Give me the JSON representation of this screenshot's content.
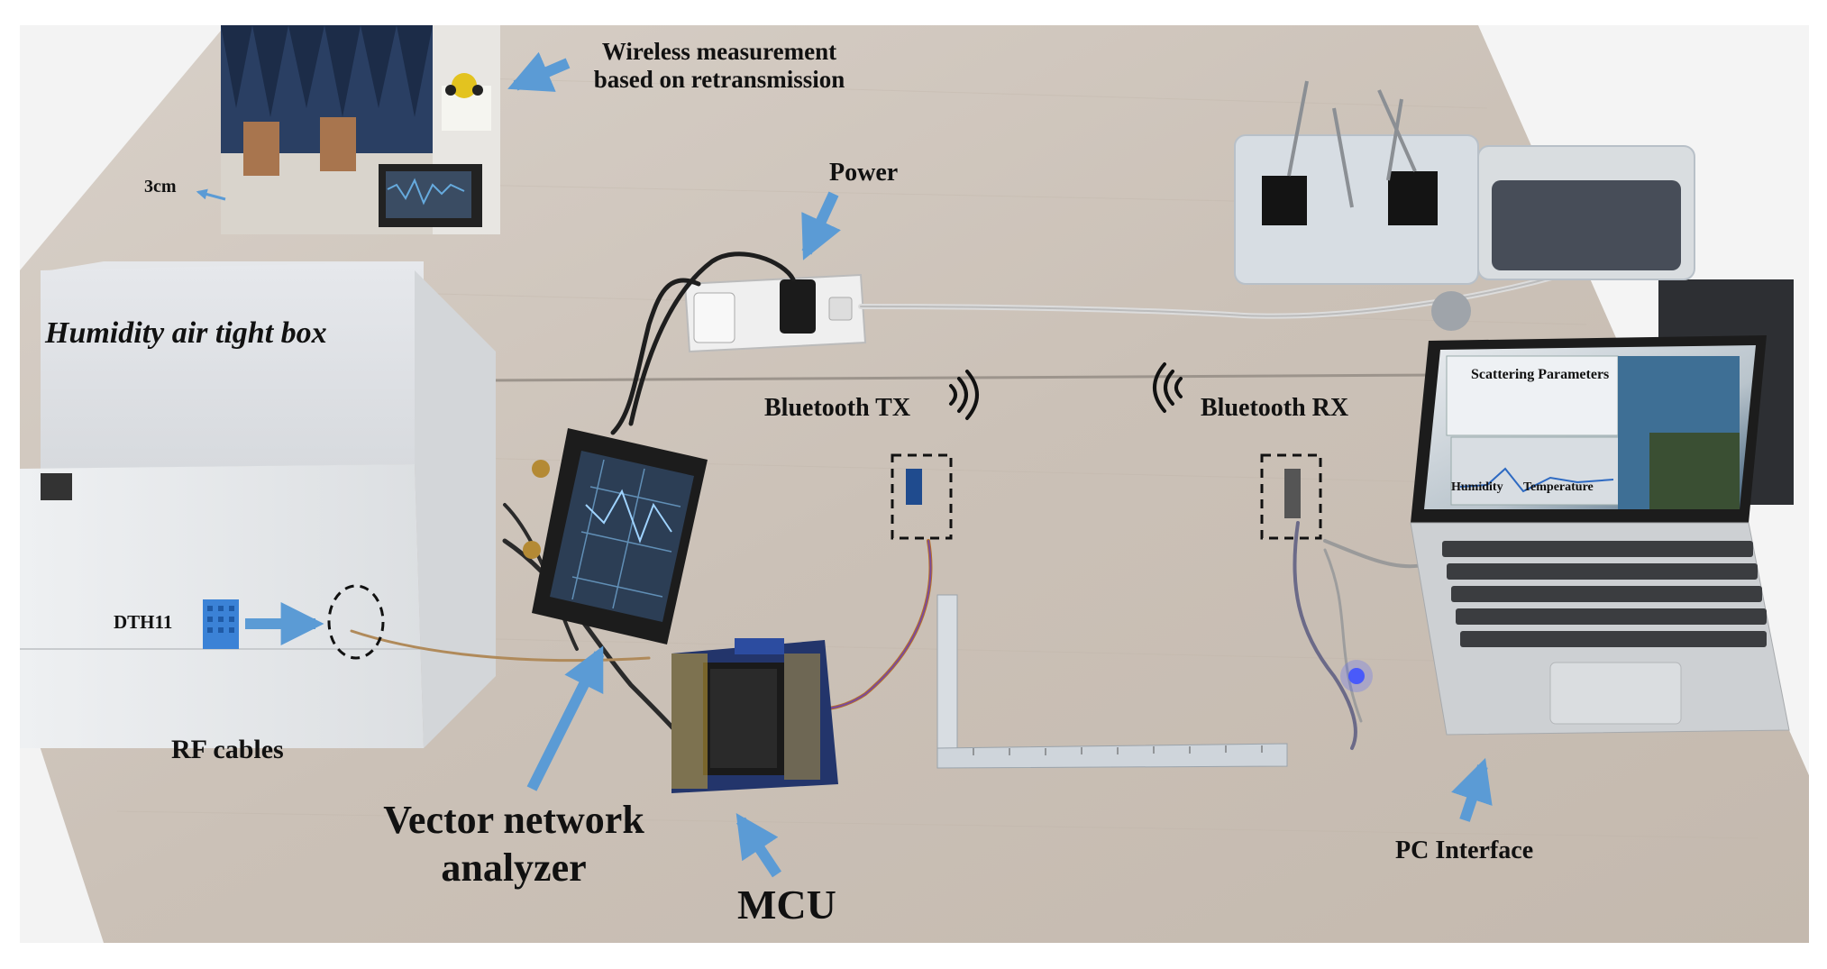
{
  "labels": {
    "wireless_measurement_line1": "Wireless measurement",
    "wireless_measurement_line2": "based on retransmission",
    "three_cm": "3cm",
    "power": "Power",
    "humidity_box": "Humidity air tight box",
    "bluetooth_tx": "Bluetooth TX",
    "bluetooth_rx": "Bluetooth RX",
    "scattering_parameters": "Scattering Parameters",
    "humidity": "Humidity",
    "temperature": "Temperature",
    "dth11": "DTH11",
    "rf_cables": "RF cables",
    "vna_line1": "Vector network",
    "vna_line2": "analyzer",
    "mcu": "MCU",
    "pc_interface": "PC Interface"
  },
  "colors": {
    "arrow": "#5b9bd5",
    "table": "#cdc4bb",
    "box": "#ecedee",
    "desk_floor": "#f2f2f2"
  }
}
